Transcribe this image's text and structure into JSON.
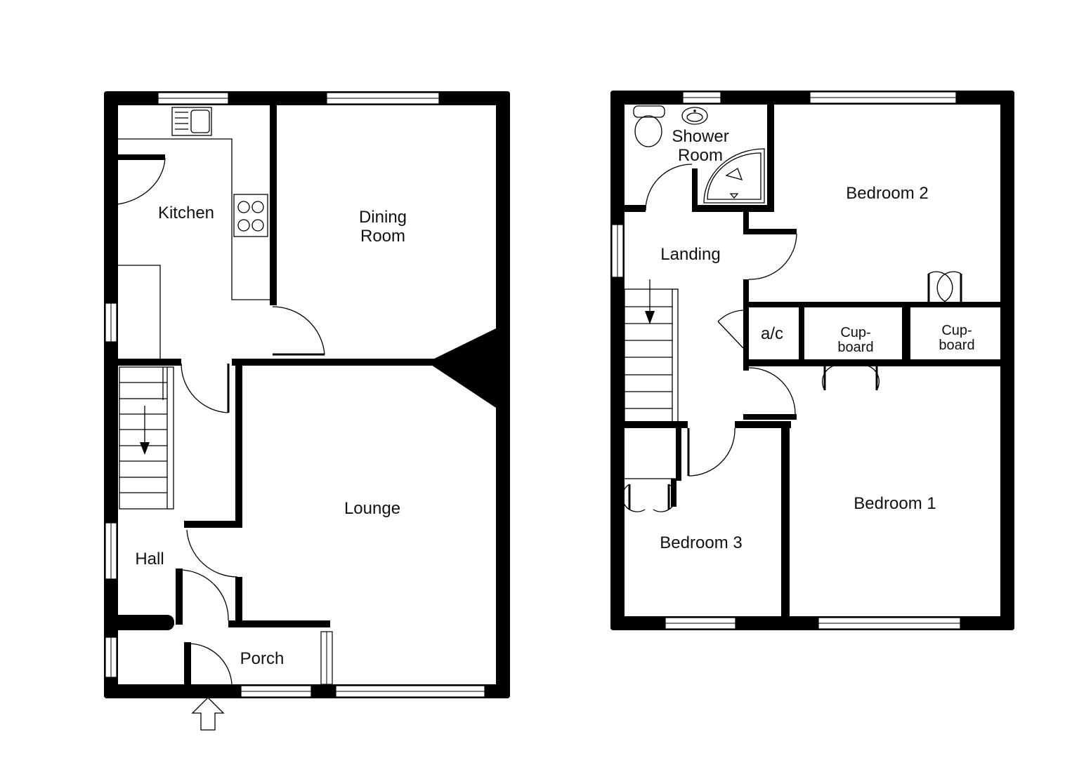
{
  "ground_floor": {
    "kitchen": "Kitchen",
    "dining_line1": "Dining",
    "dining_line2": "Room",
    "lounge": "Lounge",
    "hall": "Hall",
    "porch": "Porch"
  },
  "first_floor": {
    "shower_line1": "Shower",
    "shower_line2": "Room",
    "landing": "Landing",
    "bedroom2": "Bedroom 2",
    "bedroom1": "Bedroom 1",
    "bedroom3": "Bedroom 3",
    "airing_cupboard": "a/c",
    "cupboard1_line1": "Cup-",
    "cupboard1_line2": "board",
    "cupboard2_line1": "Cup-",
    "cupboard2_line2": "board"
  },
  "icons": [
    "entrance-arrow-icon",
    "stairs-down-arrow-icon",
    "sink-icon",
    "hob-icon",
    "toilet-icon",
    "basin-icon",
    "shower-tray-icon"
  ],
  "colors": {
    "wall": "#000000",
    "background": "#ffffff"
  }
}
